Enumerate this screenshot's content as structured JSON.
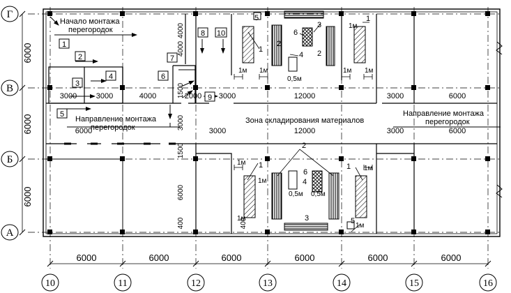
{
  "axes_rows": [
    "Г",
    "В",
    "Б",
    "А"
  ],
  "axes_cols": [
    "10",
    "11",
    "12",
    "13",
    "14",
    "15",
    "16"
  ],
  "bottom_dims": [
    "6000",
    "6000",
    "6000",
    "6000",
    "6000",
    "6000"
  ],
  "left_dims": [
    "6000",
    "6000",
    "6000"
  ],
  "corridor_dims_top": [
    "3000",
    "3000",
    "4000",
    "2000",
    "3000",
    "12000",
    "3000",
    "6000"
  ],
  "corridor_dims_bottom": [
    "6000",
    "3000",
    "12000",
    "3000",
    "6000"
  ],
  "vertical_dims": [
    "4000",
    "4000",
    "1500",
    "3000",
    "1500",
    "6000",
    "400",
    "400"
  ],
  "labels": {
    "start_l1": "Начало монтажа",
    "start_l2": "перегородок",
    "dir_left_l1": "Направление монтажа",
    "dir_left_l2": "перегородок",
    "dir_right_l1": "Направление монтажа",
    "dir_right_l2": "перегородок",
    "storage": "Зона складирования материалов"
  },
  "step_numbers": [
    "1",
    "2",
    "3",
    "4",
    "5",
    "6",
    "7",
    "8",
    "10",
    "9"
  ],
  "callouts": {
    "c1": "1",
    "c2": "2",
    "c3": "3",
    "c4": "4",
    "c5": "5",
    "c6": "6"
  },
  "spacing": {
    "m1": "1м",
    "m05": "0,5м"
  }
}
